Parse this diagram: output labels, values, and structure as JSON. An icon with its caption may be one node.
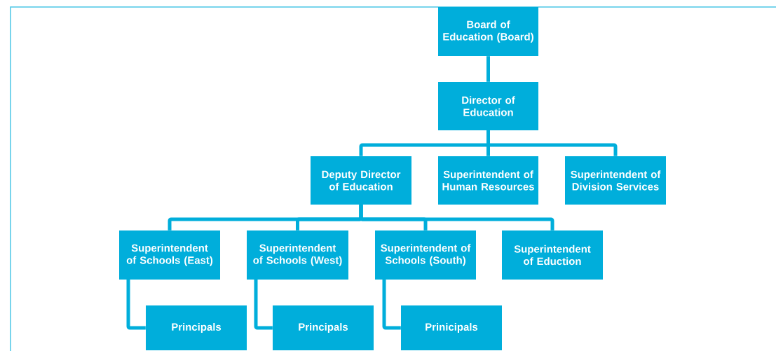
{
  "diagram": {
    "nodes": [
      {
        "text": [
          "Board of Education (Board)"
        ]
      },
      {
        "text": [
          "Director of Education"
        ]
      },
      {
        "text": [
          "Deputy Director of Education"
        ]
      },
      {
        "text": [
          "Superintendent of Human Resources"
        ]
      },
      {
        "text": [
          "Superintendent of Division Services"
        ]
      },
      {
        "text": [
          "Superintendent of Schools (East)"
        ]
      },
      {
        "text": [
          "Superintendent of Schools (West)"
        ]
      },
      {
        "text": [
          "Superintendent of Schools (South)"
        ]
      },
      {
        "text": [
          "Superintendent of Eduction"
        ]
      },
      {
        "text": [
          "Principals"
        ]
      },
      {
        "text": [
          "Principals"
        ]
      },
      {
        "text": [
          "Prinicipals"
        ]
      }
    ],
    "edges": [
      {
        "from": 0,
        "to": 1,
        "arrow": "none"
      },
      {
        "from": 1,
        "to": 2,
        "arrow": "none"
      },
      {
        "from": 1,
        "to": 3,
        "arrow": "none"
      },
      {
        "from": 1,
        "to": 4,
        "arrow": "none"
      },
      {
        "from": 2,
        "to": 5,
        "arrow": "none"
      },
      {
        "from": 2,
        "to": 6,
        "arrow": "none"
      },
      {
        "from": 2,
        "to": 7,
        "arrow": "none"
      },
      {
        "from": 2,
        "to": 8,
        "arrow": "none"
      },
      {
        "from": 5,
        "to": 9,
        "arrow": "none"
      },
      {
        "from": 6,
        "to": 10,
        "arrow": "none"
      },
      {
        "from": 7,
        "to": 11,
        "arrow": "none"
      }
    ]
  }
}
